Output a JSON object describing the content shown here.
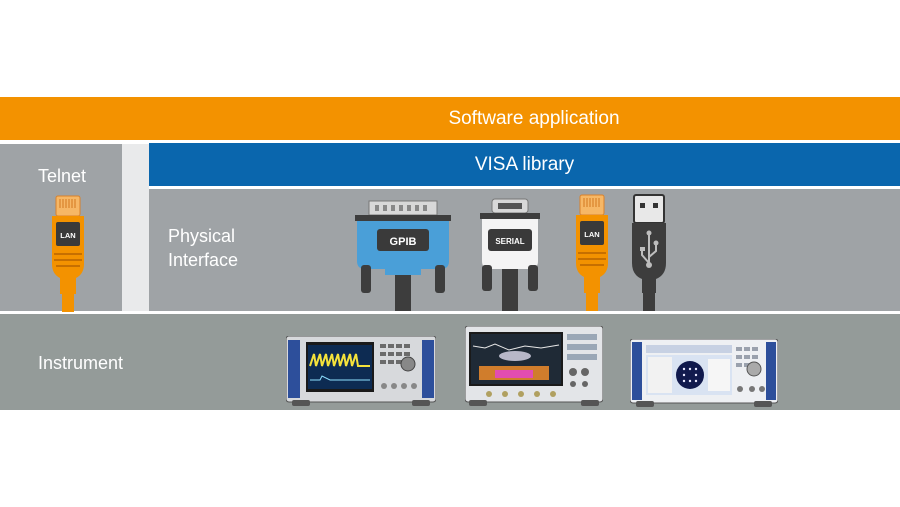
{
  "layers": {
    "software_application": "Software application",
    "visa_library": "VISA library",
    "telnet": "Telnet",
    "physical_interface": "Physical\nInterface",
    "instrument": "Instrument"
  },
  "connectors": {
    "telnet_lan": "LAN",
    "gpib": "GPIB",
    "serial": "SERIAL",
    "lan": "LAN",
    "usb_icon": "usb-icon"
  },
  "colors": {
    "software_bar": "#f39200",
    "visa_bar": "#0a66ad",
    "panel_gray": "#9fa3a6",
    "instrument_band": "#949b99",
    "gpib_blue": "#4a9fd8",
    "lan_orange": "#f39200"
  }
}
